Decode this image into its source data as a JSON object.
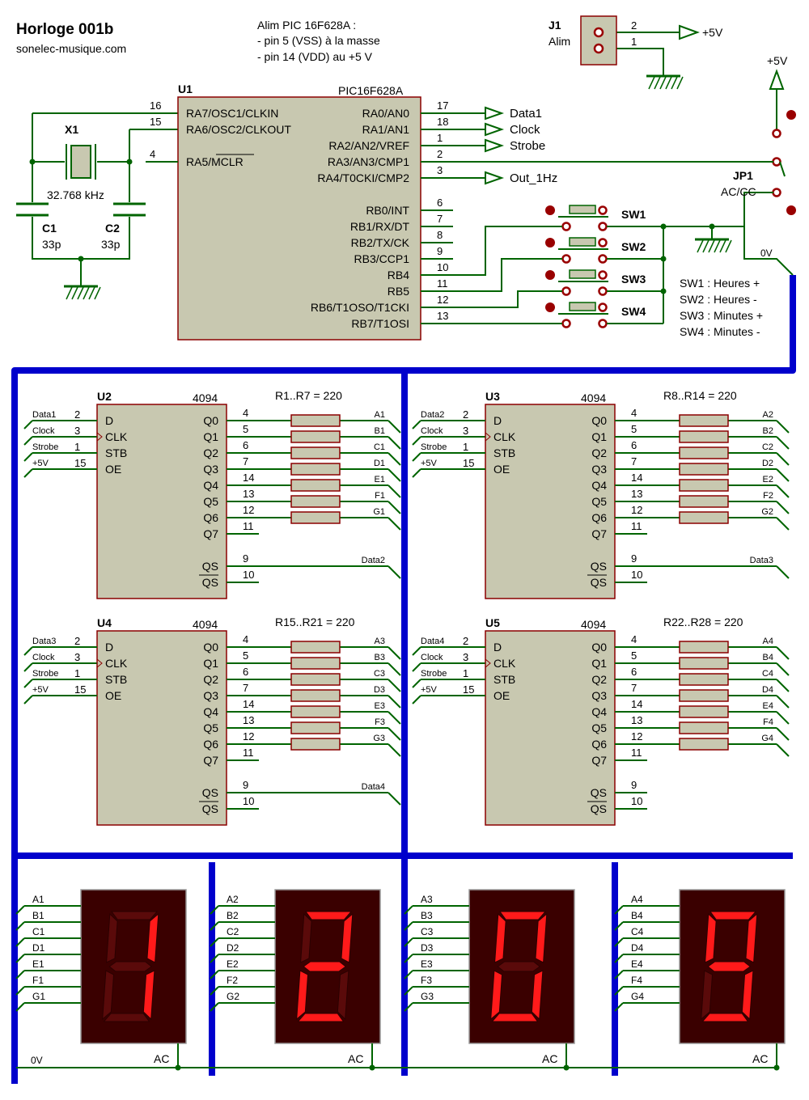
{
  "header": {
    "title": "Horloge 001b",
    "subtitle": "sonelec-musique.com",
    "alim_note": [
      "Alim PIC 16F628A :",
      "- pin 5 (VSS) à la masse",
      "- pin 14 (VDD) au +5 V"
    ]
  },
  "j1": {
    "ref": "J1",
    "name": "Alim",
    "pins": [
      "2",
      "1"
    ],
    "supply": "+5V"
  },
  "jp1": {
    "ref": "JP1",
    "name": "AC/CC",
    "supply": "+5V",
    "gnd_label": "0V"
  },
  "u1": {
    "ref": "U1",
    "part": "PIC16F628A",
    "left_pins": [
      {
        "num": "16",
        "name": "RA7/OSC1/CLKIN"
      },
      {
        "num": "15",
        "name": "RA6/OSC2/CLKOUT"
      },
      {
        "num": "4",
        "name": "RA5/MCLR"
      }
    ],
    "right_pins": [
      {
        "num": "17",
        "name": "RA0/AN0"
      },
      {
        "num": "18",
        "name": "RA1/AN1"
      },
      {
        "num": "1",
        "name": "RA2/AN2/VREF"
      },
      {
        "num": "2",
        "name": "RA3/AN3/CMP1"
      },
      {
        "num": "3",
        "name": "RA4/T0CKI/CMP2"
      },
      {
        "num": "6",
        "name": "RB0/INT"
      },
      {
        "num": "7",
        "name": "RB1/RX/DT"
      },
      {
        "num": "8",
        "name": "RB2/TX/CK"
      },
      {
        "num": "9",
        "name": "RB3/CCP1"
      },
      {
        "num": "10",
        "name": "RB4"
      },
      {
        "num": "11",
        "name": "RB5"
      },
      {
        "num": "12",
        "name": "RB6/T1OSO/T1CKI"
      },
      {
        "num": "13",
        "name": "RB7/T1OSI"
      }
    ],
    "outputs": [
      "Data1",
      "Clock",
      "Strobe",
      "Out_1Hz"
    ]
  },
  "crystal": {
    "ref": "X1",
    "value": "32.768 kHz"
  },
  "caps": [
    {
      "ref": "C1",
      "value": "33p"
    },
    {
      "ref": "C2",
      "value": "33p"
    }
  ],
  "switches": {
    "refs": [
      "SW1",
      "SW2",
      "SW3",
      "SW4"
    ],
    "legend": [
      "SW1 : Heures +",
      "SW2 : Heures -",
      "SW3 : Minutes +",
      "SW4 : Minutes -"
    ]
  },
  "registers": {
    "part": "4094",
    "in_pins": [
      {
        "num": "2",
        "name": "D"
      },
      {
        "num": "3",
        "name": "CLK"
      },
      {
        "num": "1",
        "name": "STB"
      },
      {
        "num": "15",
        "name": "OE"
      }
    ],
    "out_pins": [
      {
        "num": "4",
        "name": "Q0"
      },
      {
        "num": "5",
        "name": "Q1"
      },
      {
        "num": "6",
        "name": "Q2"
      },
      {
        "num": "7",
        "name": "Q3"
      },
      {
        "num": "14",
        "name": "Q4"
      },
      {
        "num": "13",
        "name": "Q5"
      },
      {
        "num": "12",
        "name": "Q6"
      },
      {
        "num": "11",
        "name": "Q7"
      }
    ],
    "qs_pins": [
      {
        "num": "9",
        "name": "QS"
      },
      {
        "num": "10",
        "name": "QS"
      }
    ],
    "chips": [
      {
        "ref": "U2",
        "res": "R1..R7 = 220",
        "inputs": [
          "Data1",
          "Clock",
          "Strobe",
          "+5V"
        ],
        "outs": [
          "A1",
          "B1",
          "C1",
          "D1",
          "E1",
          "F1",
          "G1"
        ],
        "qs": "Data2"
      },
      {
        "ref": "U3",
        "res": "R8..R14 = 220",
        "inputs": [
          "Data2",
          "Clock",
          "Strobe",
          "+5V"
        ],
        "outs": [
          "A2",
          "B2",
          "C2",
          "D2",
          "E2",
          "F2",
          "G2"
        ],
        "qs": "Data3"
      },
      {
        "ref": "U4",
        "res": "R15..R21 = 220",
        "inputs": [
          "Data3",
          "Clock",
          "Strobe",
          "+5V"
        ],
        "outs": [
          "A3",
          "B3",
          "C3",
          "D3",
          "E3",
          "F3",
          "G3"
        ],
        "qs": "Data4"
      },
      {
        "ref": "U5",
        "res": "R22..R28 = 220",
        "inputs": [
          "Data4",
          "Clock",
          "Strobe",
          "+5V"
        ],
        "outs": [
          "A4",
          "B4",
          "C4",
          "D4",
          "E4",
          "F4",
          "G4"
        ],
        "qs": ""
      }
    ]
  },
  "displays": {
    "common_label": "AC",
    "gnd_label": "0V",
    "units": [
      {
        "digit": "1",
        "segs": [
          "A1",
          "B1",
          "C1",
          "D1",
          "E1",
          "F1",
          "G1"
        ]
      },
      {
        "digit": "2",
        "segs": [
          "A2",
          "B2",
          "C2",
          "D2",
          "E2",
          "F2",
          "G2"
        ]
      },
      {
        "digit": "0",
        "segs": [
          "A3",
          "B3",
          "C3",
          "D3",
          "E3",
          "F3",
          "G3"
        ]
      },
      {
        "digit": "9",
        "segs": [
          "A4",
          "B4",
          "C4",
          "D4",
          "E4",
          "F4",
          "G4"
        ]
      }
    ]
  },
  "colors": {
    "wire": "#006400",
    "chip": "#c8c8b0",
    "chip_border": "#8b0000",
    "bus": "#0000cc",
    "seg_on": "#ff1a1a",
    "seg_off": "#5a0a0a",
    "display_bg": "#3a0000",
    "pin_red": "#990000"
  }
}
